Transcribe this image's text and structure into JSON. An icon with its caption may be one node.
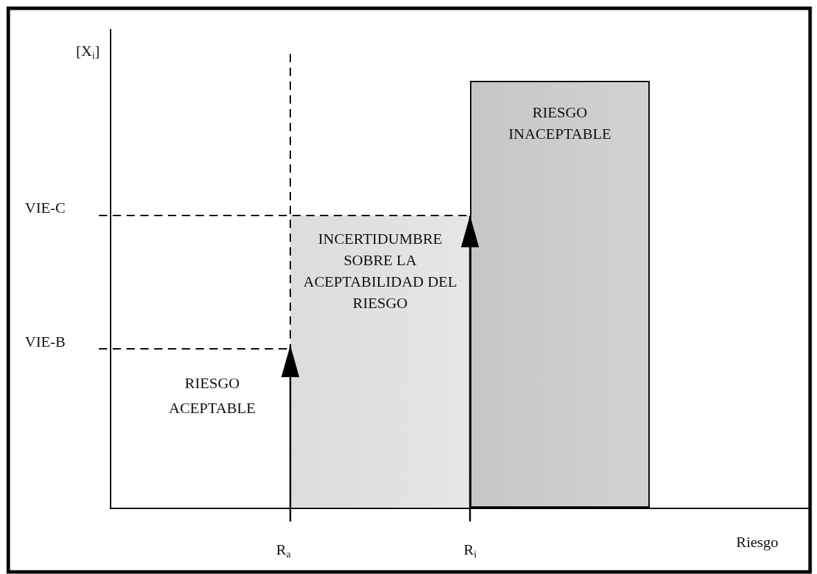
{
  "diagram": {
    "nodes": [
      {
        "text": [
          "INCERTIDUMBRE SOBRE LA ACEPTABILIDAD DEL RIESGO"
        ]
      },
      {
        "text": [
          "RIESGO INACEPTABLE"
        ]
      }
    ],
    "labels": [
      "[X$_{i}$]",
      "VIE-C",
      "VIE-B",
      "RIESGO ACEPTABLE",
      "R$_{a}$",
      "R$_{i}$",
      "Riesgo"
    ]
  }
}
